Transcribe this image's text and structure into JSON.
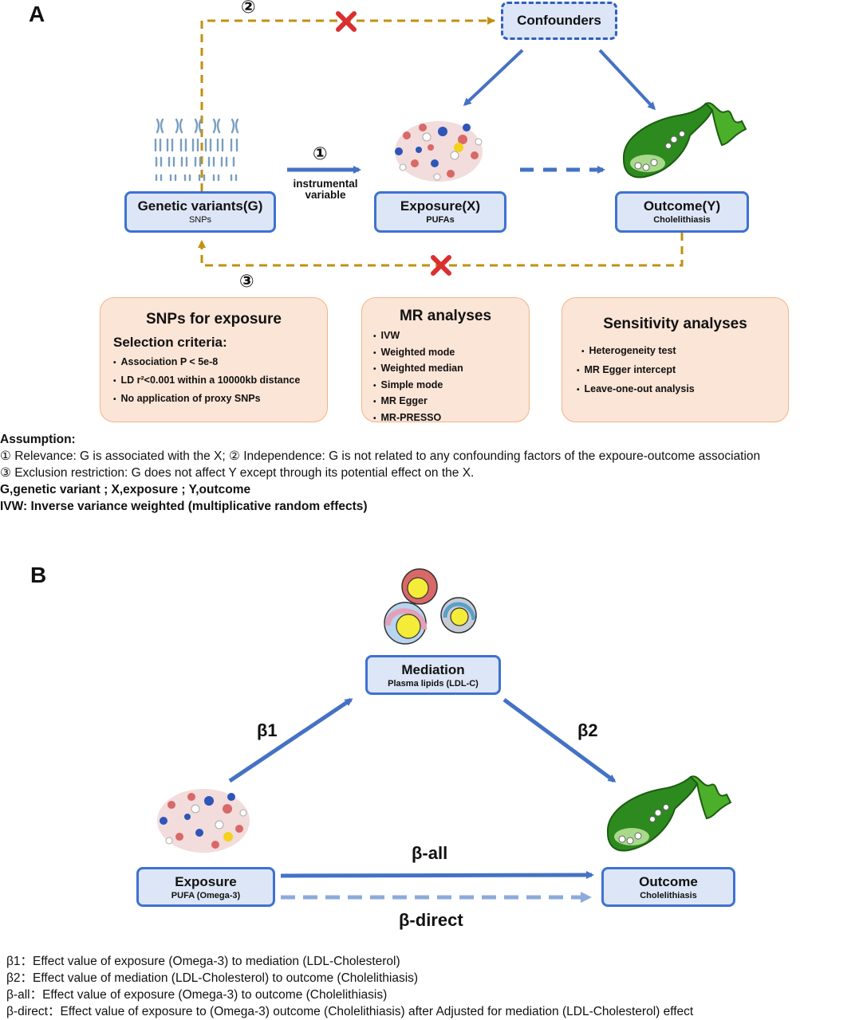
{
  "panel_a": {
    "label": "A",
    "marker_1": "①",
    "marker_2": "②",
    "marker_3": "③",
    "confounders": "Confounders",
    "instrumental": "instrumental",
    "variable": "variable",
    "genetic": {
      "title": "Genetic variants(G)",
      "sub": "SNPs"
    },
    "exposure": {
      "title": "Exposure(X)",
      "sub": "PUFAs"
    },
    "outcome": {
      "title": "Outcome(Y)",
      "sub": "Cholelithiasis"
    },
    "snps_box": {
      "title": "SNPs for exposure",
      "subtitle": "Selection criteria:",
      "items": [
        "Association P < 5e-8",
        "LD r²<0.001 within a 10000kb distance",
        "No application of proxy SNPs"
      ]
    },
    "mr_box": {
      "title": "MR analyses",
      "items": [
        "IVW",
        "Weighted mode",
        "Weighted median",
        "Simple mode",
        "MR Egger",
        "MR-PRESSO"
      ]
    },
    "sens_box": {
      "title": "Sensitivity analyses",
      "items": [
        "Heterogeneity test",
        "MR Egger intercept",
        "Leave-one-out analysis"
      ]
    },
    "bullet": "•",
    "assumption": {
      "heading": "Assumption:",
      "line1": "① Relevance: G is associated with the X; ② Independence: G is not related to any confounding factors of the expoure-outcome association",
      "line2": "③ Exclusion restriction: G does not affect Y except through its potential effect on the X.",
      "line3": "G,genetic variant ; X,exposure ; Y,outcome",
      "line4": "IVW: Inverse variance weighted (multiplicative random effects)"
    }
  },
  "panel_b": {
    "label": "B",
    "mediation": {
      "title": "Mediation",
      "sub": "Plasma lipids (LDL-C)"
    },
    "exposure": {
      "title": "Exposure",
      "sub": "PUFA (Omega-3)"
    },
    "outcome": {
      "title": "Outcome",
      "sub": "Cholelithiasis"
    },
    "beta1": "β1",
    "beta2": "β2",
    "beta_all": "β-all",
    "beta_direct": "β-direct",
    "legend": [
      "β1：Effect value of exposure (Omega-3) to mediation (LDL-Cholesterol)",
      "β2：Effect value of mediation (LDL-Cholesterol) to outcome (Cholelithiasis)",
      "β-all：Effect value of exposure (Omega-3) to outcome (Cholelithiasis)",
      "β-direct：Effect value of exposure to (Omega-3) outcome (Cholelithiasis) after Adjusted for mediation (LDL-Cholesterol) effect"
    ]
  },
  "colors": {
    "arrow": "#4472c4",
    "dash": "#c09010",
    "cross": "#d9302f",
    "node_fill": "#dde6f7",
    "box_fill": "#fbe5d6"
  },
  "icons": [
    "chromosome-icon",
    "protein-molecule-icon",
    "gallbladder-icon",
    "lipoprotein-icon"
  ]
}
